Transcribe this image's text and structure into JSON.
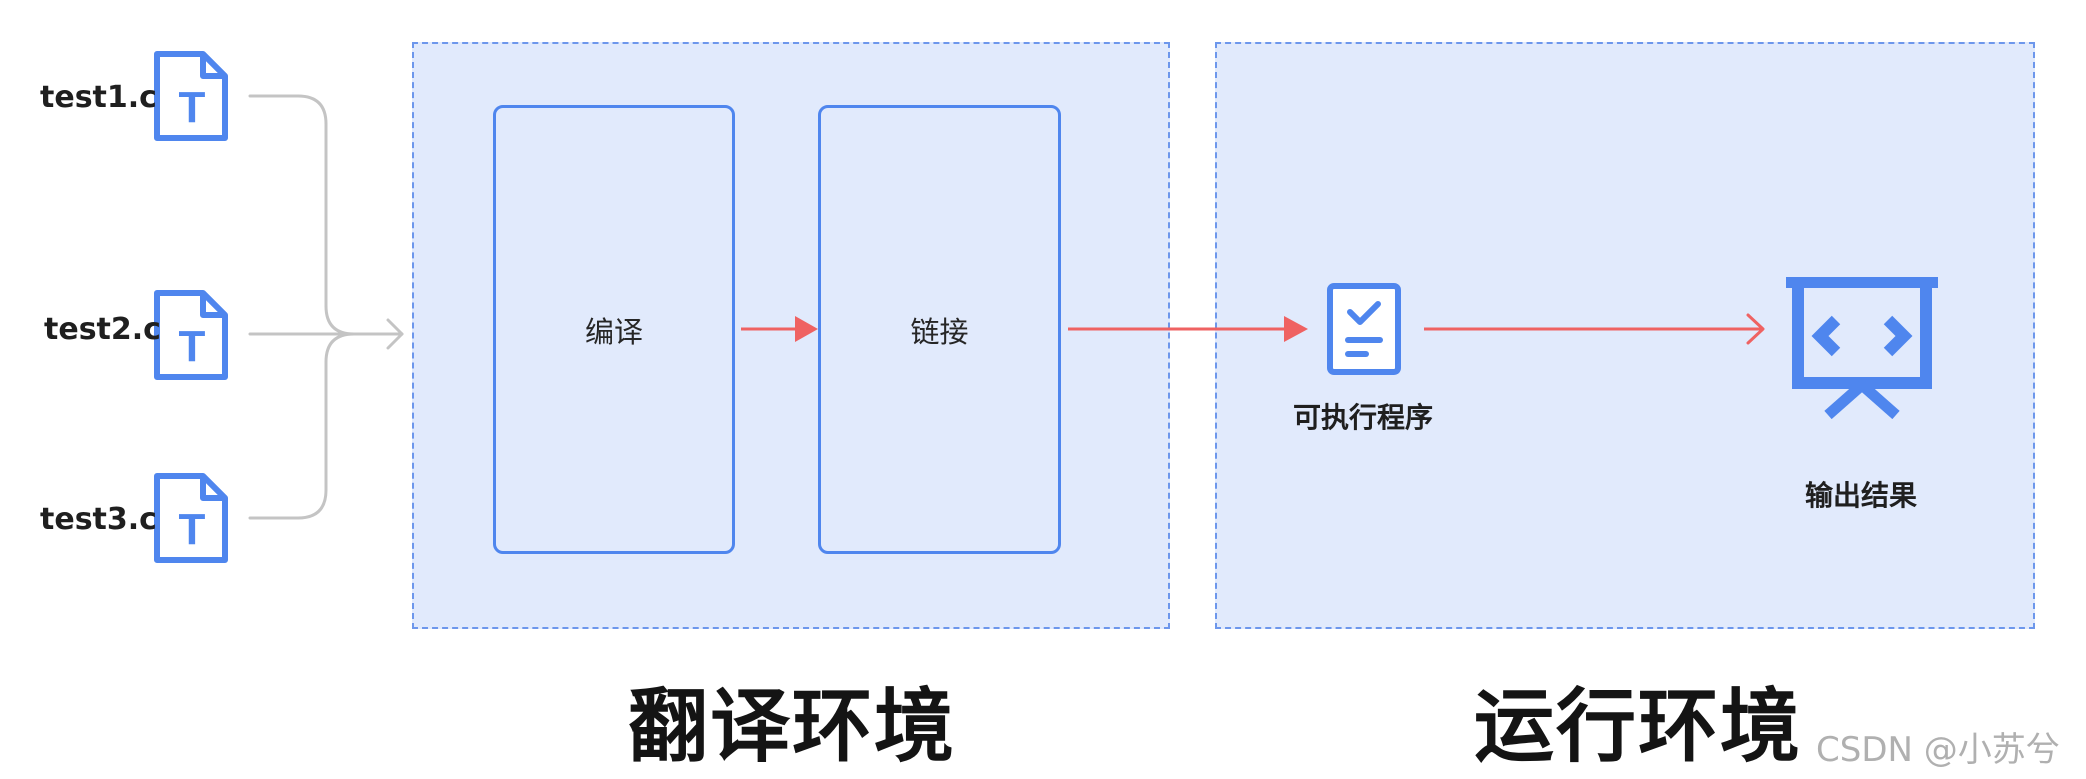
{
  "files": [
    {
      "name": "test1.c",
      "icon": "text-file-icon",
      "glyph": "T"
    },
    {
      "name": "test2.c",
      "icon": "text-file-icon",
      "glyph": "T"
    },
    {
      "name": "test3.c",
      "icon": "text-file-icon",
      "glyph": "T"
    }
  ],
  "translation_env": {
    "title": "翻译环境",
    "steps": [
      "编译",
      "链接"
    ]
  },
  "runtime_env": {
    "title": "运行环境",
    "executable": {
      "label": "可执行程序",
      "icon": "checklist-document-icon"
    },
    "output": {
      "label": "输出结果",
      "icon": "presentation-screen-icon"
    }
  },
  "colors": {
    "blue": "#4f86ee",
    "panel": "#e1eafc",
    "dash": "#6d97ec",
    "red_arrow": "#ef6262",
    "gray_wire": "#c4c4c4"
  },
  "watermark": "CSDN @小苏兮"
}
